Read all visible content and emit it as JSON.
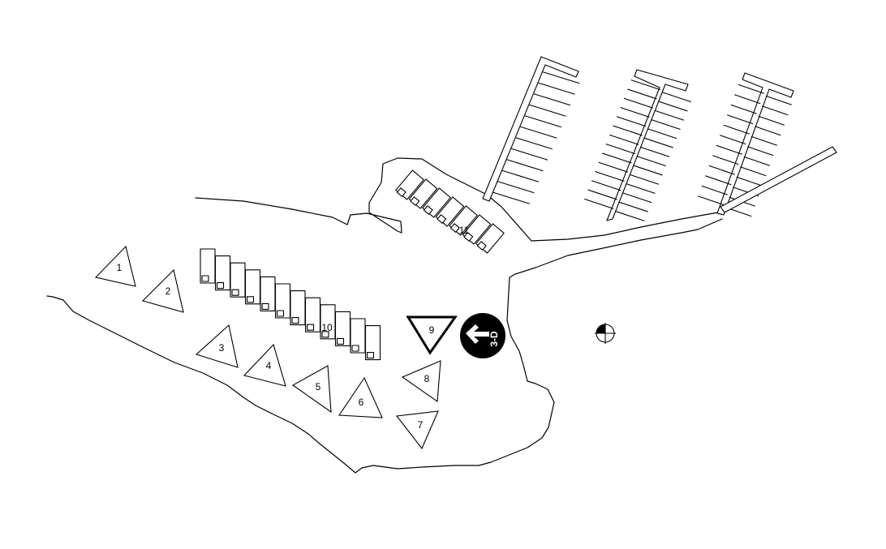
{
  "colors": {
    "ink": "#000000",
    "paper": "#ffffff",
    "active_marker": "#a0524c"
  },
  "markers": [
    {
      "id": "1",
      "label": "1",
      "active": false
    },
    {
      "id": "2",
      "label": "2",
      "active": false
    },
    {
      "id": "3",
      "label": "3",
      "active": false
    },
    {
      "id": "4",
      "label": "4",
      "active": false
    },
    {
      "id": "5",
      "label": "5",
      "active": false
    },
    {
      "id": "6",
      "label": "6",
      "active": false
    },
    {
      "id": "7",
      "label": "7",
      "active": false
    },
    {
      "id": "8",
      "label": "8",
      "active": false
    },
    {
      "id": "9",
      "label": "9",
      "active": true
    }
  ],
  "buildings": {
    "row_label": "10",
    "cluster_label": "11"
  },
  "view_3d": {
    "label": "3-D",
    "icon": "arrow-left-icon"
  },
  "compass": {
    "icon": "north-compass-icon"
  }
}
